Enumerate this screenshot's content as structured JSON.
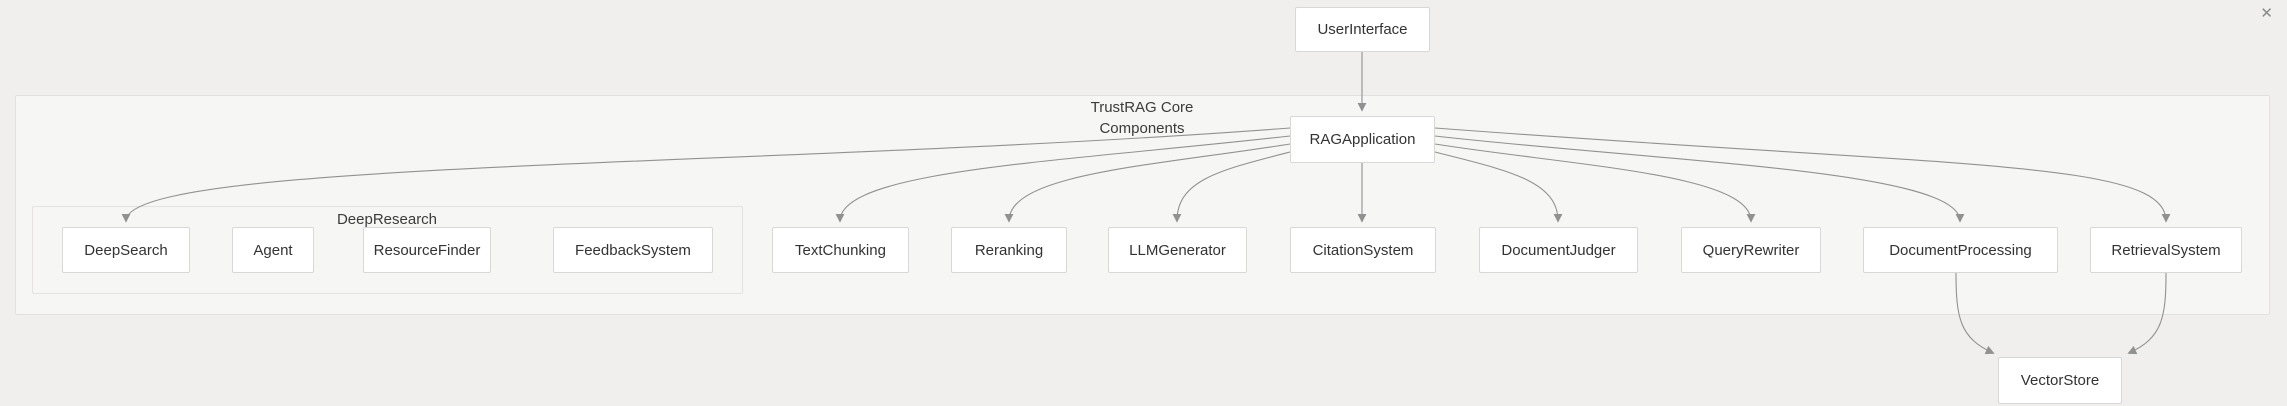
{
  "window": {
    "close_icon": "✕"
  },
  "colors": {
    "canvas_bg": "#f0efed",
    "container_bg": "#f6f6f4",
    "node_bg": "#ffffff",
    "node_border": "#d8d8d6",
    "group_border": "#e2e1df",
    "edge": "#919191",
    "text": "#333333"
  },
  "groups": {
    "core": {
      "title_line1": "TrustRAG Core",
      "title_line2": "Components"
    },
    "deep_research": {
      "label": "DeepResearch"
    }
  },
  "nodes": {
    "user_interface": {
      "label": "UserInterface"
    },
    "rag_application": {
      "label": "RAGApplication"
    },
    "deep_search": {
      "label": "DeepSearch"
    },
    "agent": {
      "label": "Agent"
    },
    "resource_finder": {
      "label": "ResourceFinder"
    },
    "feedback_system": {
      "label": "FeedbackSystem"
    },
    "text_chunking": {
      "label": "TextChunking"
    },
    "reranking": {
      "label": "Reranking"
    },
    "llm_generator": {
      "label": "LLMGenerator"
    },
    "citation_system": {
      "label": "CitationSystem"
    },
    "document_judger": {
      "label": "DocumentJudger"
    },
    "query_rewriter": {
      "label": "QueryRewriter"
    },
    "document_processing": {
      "label": "DocumentProcessing"
    },
    "retrieval_system": {
      "label": "RetrievalSystem"
    },
    "vector_store": {
      "label": "VectorStore"
    }
  },
  "edges": [
    {
      "from": "UserInterface",
      "to": "RAGApplication"
    },
    {
      "from": "RAGApplication",
      "to": "DeepSearch"
    },
    {
      "from": "RAGApplication",
      "to": "TextChunking"
    },
    {
      "from": "RAGApplication",
      "to": "Reranking"
    },
    {
      "from": "RAGApplication",
      "to": "LLMGenerator"
    },
    {
      "from": "RAGApplication",
      "to": "CitationSystem"
    },
    {
      "from": "RAGApplication",
      "to": "DocumentJudger"
    },
    {
      "from": "RAGApplication",
      "to": "QueryRewriter"
    },
    {
      "from": "RAGApplication",
      "to": "DocumentProcessing"
    },
    {
      "from": "RAGApplication",
      "to": "RetrievalSystem"
    },
    {
      "from": "DocumentProcessing",
      "to": "VectorStore"
    },
    {
      "from": "RetrievalSystem",
      "to": "VectorStore"
    }
  ]
}
